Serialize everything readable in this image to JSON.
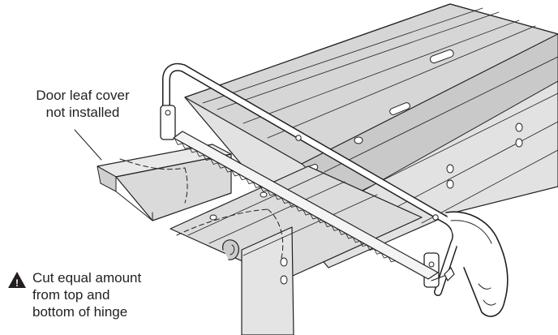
{
  "labels": {
    "door_leaf_cover": [
      "Door leaf cover",
      "not installed"
    ],
    "warning": [
      "Cut equal amount",
      "from top and",
      "bottom of hinge"
    ],
    "warning_symbol": "!"
  },
  "icons": {
    "warning": "warning-triangle-icon"
  },
  "colors": {
    "metal_light": "#e7e7e7",
    "metal_mid": "#d4d4d4",
    "metal_dark": "#bcbcbc",
    "outline": "#231f20",
    "background": "#ffffff"
  }
}
